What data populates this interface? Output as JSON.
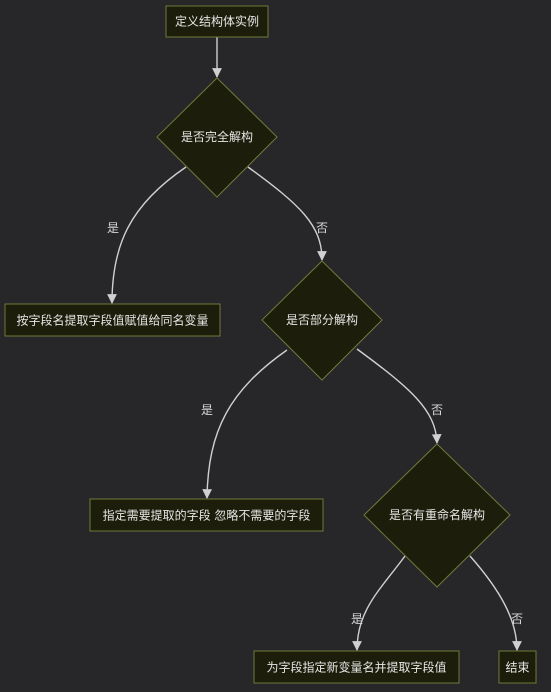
{
  "colors": {
    "background": "#27272a",
    "node_fill": "#1c1d0b",
    "node_border": "#6f7a38",
    "edge": "#d0d0d0",
    "text": "#e6e6e6"
  },
  "nodes": {
    "start": "定义结构体实例",
    "q_full": "是否完全解构",
    "full_yes": "按字段名提取字段值赋值给同名变量",
    "q_partial": "是否部分解构",
    "partial_yes": "指定需要提取的字段 忽略不需要的字段",
    "q_rename": "是否有重命名解构",
    "rename_yes": "为字段指定新变量名并提取字段值",
    "end": "结束"
  },
  "edges": {
    "full_yes": "是",
    "full_no": "否",
    "partial_yes": "是",
    "partial_no": "否",
    "rename_yes": "是",
    "rename_no": "否"
  }
}
